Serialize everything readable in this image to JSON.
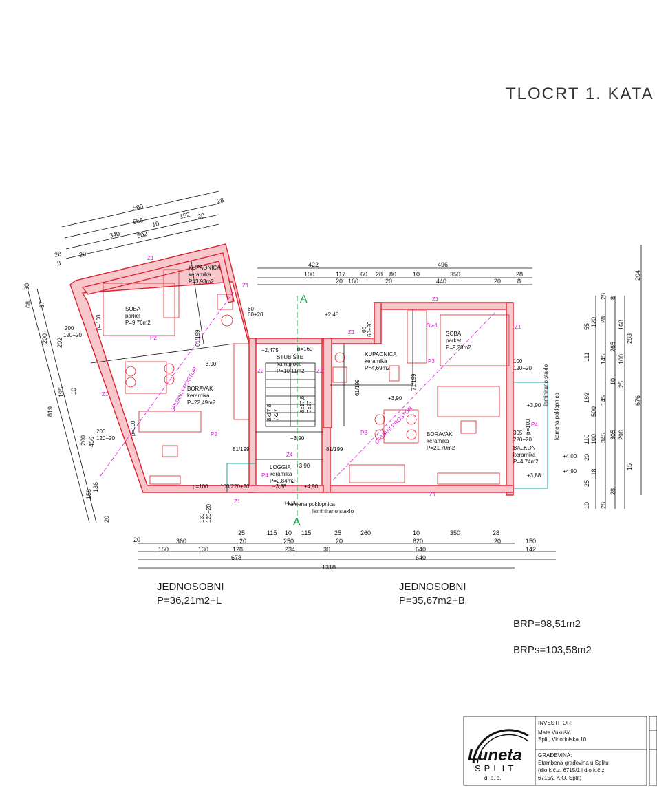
{
  "title": "TLOCRT 1. KATA",
  "rooms": {
    "soba1": {
      "name": "SOBA",
      "floor": "parket",
      "area": "P=9,76m2",
      "code": "P2"
    },
    "kup1": {
      "name": "KUPAONICA",
      "floor": "keramika",
      "area": "P=3,93m2"
    },
    "boravak1": {
      "name": "BORAVAK",
      "floor": "keramika",
      "area": "P=22,49m2",
      "code": "P2"
    },
    "stubiste": {
      "name": "STUBIŠTE",
      "floor": "kam.ploče",
      "area": "P=10,11m2"
    },
    "kup2": {
      "name": "KUPAONICA",
      "floor": "keramika",
      "area": "P=4,69m2"
    },
    "soba2": {
      "name": "SOBA",
      "floor": "parket",
      "area": "P=9,28m2",
      "code": "P3"
    },
    "boravak2": {
      "name": "BORAVAK",
      "floor": "keramika",
      "area": "P=21,70m2",
      "code": "P3"
    },
    "loggia": {
      "name": "LOGGIA",
      "floor": "keramika",
      "area": "P=2,84m2",
      "code": "P4"
    },
    "balkon": {
      "name": "BALKON",
      "floor": "keramika",
      "area": "P=4,74m2",
      "code": "P4"
    }
  },
  "labels": {
    "grijani1": "GRIJANI PROSTOR",
    "grijani2": "GRIJANI PROSTOR",
    "sv": "Sv-1",
    "z1": "Z1",
    "z2": "Z2",
    "z4": "Z4",
    "kamena1": "kamena poklopnica",
    "lamin1": "laminirano staklo",
    "kamena2": "kamena poklopnica",
    "lamin2": "laminirano staklo",
    "door1": "81/199",
    "door2": "81/199",
    "door3": "61/199",
    "door4": "71/199",
    "door5": "61/199",
    "stair1": "8x17,8",
    "stair2": "7x27",
    "stair3": "8x17,8",
    "stair4": "7x27",
    "section_a": "A"
  },
  "levels": [
    "+3,90",
    "+3,90",
    "+3,90",
    "+2,475",
    "+2,48",
    "+3,90",
    "+3,88",
    "+4,90",
    "+4,00",
    "+4,00",
    "+4,90",
    "+3,88",
    "+3,90"
  ],
  "dims_top_left": [
    "560",
    "558",
    "10",
    "152",
    "20",
    "28",
    "340",
    "502",
    "28",
    "8",
    "20"
  ],
  "dims_top_right": [
    "422",
    "496",
    "28",
    "100",
    "117",
    "60",
    "28",
    "80",
    "10",
    "350",
    "20",
    "160",
    "20",
    "440",
    "20",
    "8"
  ],
  "dims_bottom": {
    "row1": [
      "20",
      "25",
      "115",
      "10",
      "115",
      "25",
      "260",
      "10",
      "350",
      "28"
    ],
    "row2": [
      "360",
      "20",
      "250",
      "20",
      "620",
      "20",
      "150"
    ],
    "row3": [
      "150",
      "130",
      "128",
      "234",
      "36",
      "640",
      "142"
    ],
    "row4": [
      "678",
      "640"
    ],
    "row5": [
      "1318"
    ]
  },
  "dims_left": [
    "30",
    "68",
    "202",
    "37",
    "200",
    "195",
    "10",
    "819",
    "456",
    "200",
    "136",
    "156",
    "20"
  ],
  "dims_right": [
    "28",
    "8",
    "120",
    "55",
    "28",
    "168",
    "283",
    "204",
    "676",
    "111",
    "145",
    "265",
    "100",
    "189",
    "500",
    "145",
    "10",
    "25",
    "110",
    "100",
    "345",
    "305",
    "296",
    "15",
    "20",
    "118",
    "25",
    "28",
    "10",
    "28"
  ],
  "openings": [
    "200",
    "120+20",
    "p=100",
    "200",
    "120+20",
    "p=100",
    "100/220+20",
    "130",
    "120+20",
    "p=160",
    "60",
    "60+20",
    "60",
    "60+20",
    "100",
    "120+20",
    "305",
    "220+20",
    "p=100"
  ],
  "apartments": [
    {
      "name": "JEDNOSOBNI",
      "area": "P=36,21m2+L"
    },
    {
      "name": "JEDNOSOBNI",
      "area": "P=35,67m2+B"
    }
  ],
  "brp": "BRP=98,51m2",
  "brps": "BRPs=103,58m2",
  "title_block": {
    "logo_text": "Luneta",
    "logo_city": "SPLIT",
    "logo_sub": "d. o. o.",
    "investitor_label": "INVESTITOR:",
    "investitor_name": "Mate Vukušić",
    "investitor_addr": "Split, Vinodolska 10",
    "gradevina_label": "GRAĐEVINA:",
    "gradevina_1": "Stambena građevina u Splitu",
    "gradevina_2": "(dio k.č.z. 6715/1 i dio k.č.z.",
    "gradevina_3": "6715/2 K.O. Split)"
  },
  "colors": {
    "wall": "#e0202c",
    "wall_fill": "#f7c7cb",
    "annotation": "#d21ed2",
    "glass": "#18a5a5",
    "section": "#1aa84a"
  }
}
